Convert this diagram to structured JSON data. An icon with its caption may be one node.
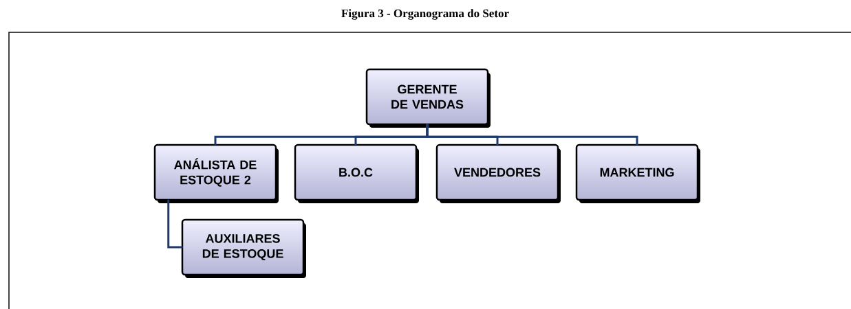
{
  "diagram": {
    "title": "Figura 3 - Organograma do Setor",
    "nodes": [
      {
        "text": [
          "GERENTE DE VENDAS"
        ]
      },
      {
        "text": [
          "ANÁLISTA DE ESTOQUE 2"
        ]
      },
      {
        "text": [
          "B.O.C"
        ]
      },
      {
        "text": [
          "VENDEDORES"
        ]
      },
      {
        "text": [
          "MARKETING"
        ]
      },
      {
        "text": [
          "AUXILIARES DE ESTOQUE"
        ]
      }
    ],
    "edges": [
      {
        "from": 0,
        "to": 1,
        "arrow": "none"
      },
      {
        "from": 0,
        "to": 2,
        "arrow": "none"
      },
      {
        "from": 0,
        "to": 3,
        "arrow": "none"
      },
      {
        "from": 0,
        "to": 4,
        "arrow": "none"
      },
      {
        "from": 1,
        "to": 5,
        "arrow": "none"
      }
    ]
  }
}
